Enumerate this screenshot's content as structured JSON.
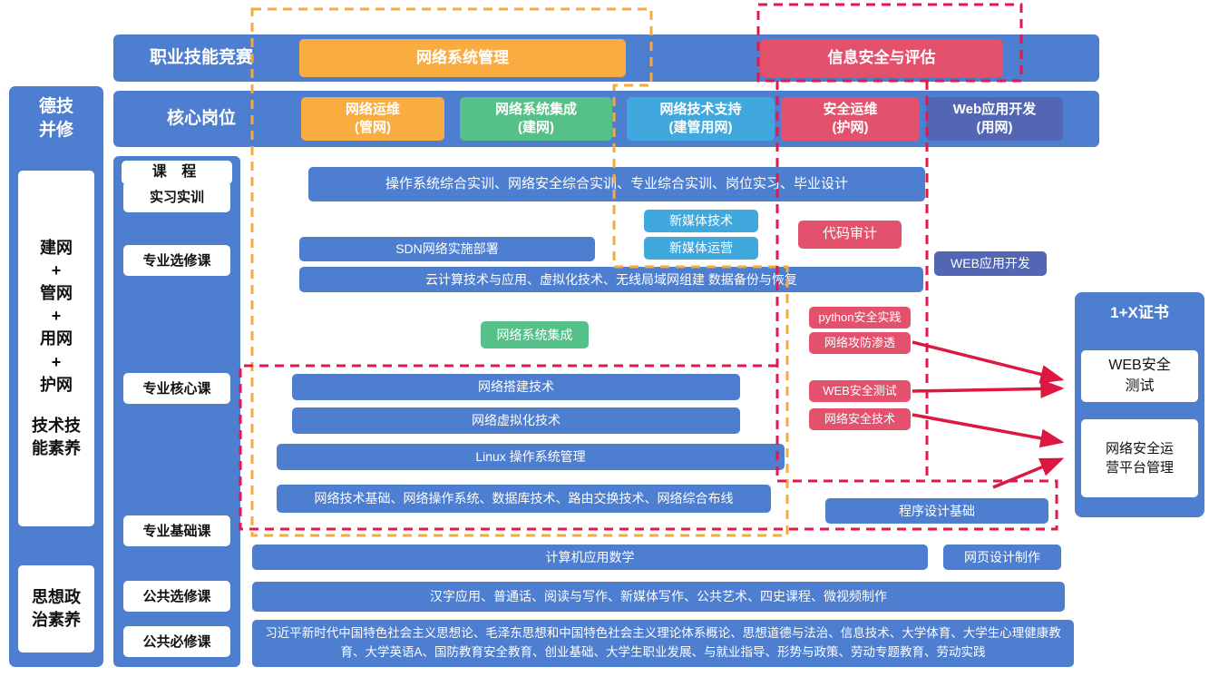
{
  "colors": {
    "blue": "#4d7ecf",
    "light_blue": "#41a8dd",
    "orange": "#f9ac40",
    "green": "#55c188",
    "pink": "#e4516c",
    "dark_blue": "#5266b3",
    "dash_orange": "#f5a93e",
    "dash_red": "#e4174a"
  },
  "sidebar": {
    "title": "德技\n并修",
    "skills": "建网\n+\n管网\n+\n用网\n+\n护网",
    "skills_caption": "技术技\n能素养",
    "ideology": "思想政\n治素养"
  },
  "competition": {
    "label": "职业技能竞赛",
    "network_management": "网络系统管理",
    "info_security": "信息安全与评估"
  },
  "positions": {
    "label": "核心岗位",
    "items": [
      {
        "name": "网络运维\n(管网)"
      },
      {
        "name": "网络系统集成\n(建网)"
      },
      {
        "name": "网络技术支持\n(建管用网)"
      },
      {
        "name": "安全运维\n(护网)"
      },
      {
        "name": "Web应用开发\n(用网)"
      }
    ]
  },
  "curriculum": {
    "header": "课  程",
    "categories": [
      "实习实训",
      "专业选修课",
      "专业核心课",
      "专业基础课",
      "公共选修课",
      "公共必修课"
    ]
  },
  "courses": {
    "practice_training": "操作系统综合实训、网络安全综合实训、专业综合实训、岗位实习、毕业设计",
    "new_media_tech": "新媒体技术",
    "code_audit": "代码审计",
    "sdn_deploy": "SDN网络实施部署",
    "new_media_ops": "新媒体运营",
    "web_app_dev": "WEB应用开发",
    "cloud_virtualization": "云计算技术与应用、虚拟化技术、无线局域网组建  数据备份与恢复",
    "python_security": "python安全实践",
    "network_integration": "网络系统集成",
    "attack_penetration": "网络攻防渗透",
    "network_building": "网络搭建技术",
    "web_security_test": "WEB安全测试",
    "network_virtualization": "网络虚拟化技术",
    "network_security": "网络安全技术",
    "linux_admin": "Linux 操作系统管理",
    "network_basics": "网络技术基础、网络操作系统、数据库技术、路由交换技术、网络综合布线",
    "programming_basics": "程序设计基础",
    "applied_math": "计算机应用数学",
    "web_design": "网页设计制作",
    "public_elective": "汉字应用、普通话、阅读与写作、新媒体写作、公共艺术、四史课程、微视频制作",
    "public_required": "习近平新时代中国特色社会主义思想论、毛泽东思想和中国特色社会主义理论体系概论、思想道德与法治、信息技术、大学体育、大学生心理健康教育、大学英语A、国防教育安全教育、创业基础、大学生职业发展、与就业指导、形势与政策、劳动专题教育、劳动实践"
  },
  "certificates": {
    "title": "1+X证书",
    "web_security": "WEB安全\n测试",
    "platform_mgmt": "网络安全运\n营平台管理"
  }
}
